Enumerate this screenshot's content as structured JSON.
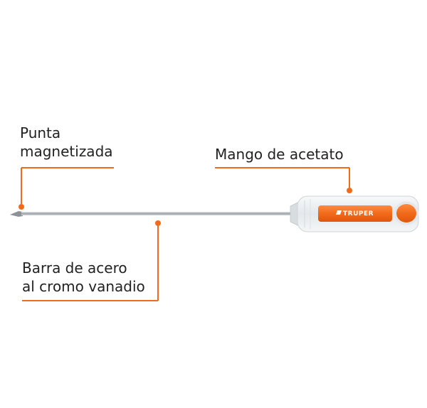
{
  "labels": {
    "tip": [
      "Punta",
      "magnetizada"
    ],
    "handle": [
      "Mango de acetato"
    ],
    "shaft": [
      "Barra de acero",
      "al cromo vanadio"
    ]
  },
  "brand": "TRUPER",
  "colors": {
    "accent": "#F26A1B",
    "text": "#222222",
    "shaft": "#B9BEC3",
    "handle_clear": "#EEF1F3"
  }
}
